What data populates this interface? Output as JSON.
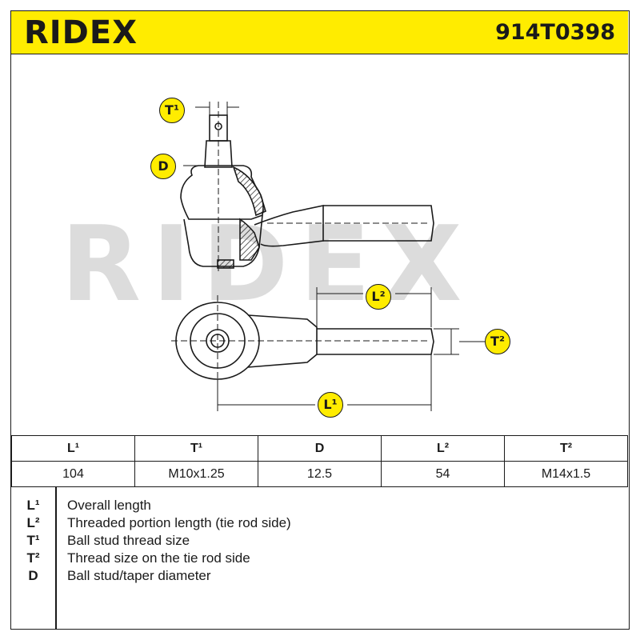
{
  "header": {
    "brand": "RIDEX",
    "part_number": "914T0398",
    "background_color": "#ffec00"
  },
  "watermark": "RIDEX",
  "diagram_labels": {
    "t1": "T¹",
    "d": "D",
    "l2": "L²",
    "t2": "T²",
    "l1": "L¹"
  },
  "specs_table": {
    "headers": [
      "L¹",
      "T¹",
      "D",
      "L²",
      "T²"
    ],
    "values": [
      "104",
      "M10x1.25",
      "12.5",
      "54",
      "M14x1.5"
    ]
  },
  "legend": [
    {
      "key": "L¹",
      "text": "Overall length"
    },
    {
      "key": "L²",
      "text": "Threaded portion length (tie rod side)"
    },
    {
      "key": "T¹",
      "text": "Ball stud thread size"
    },
    {
      "key": "T²",
      "text": "Thread size on the tie rod side"
    },
    {
      "key": "D",
      "text": "Ball stud/taper diameter"
    }
  ]
}
